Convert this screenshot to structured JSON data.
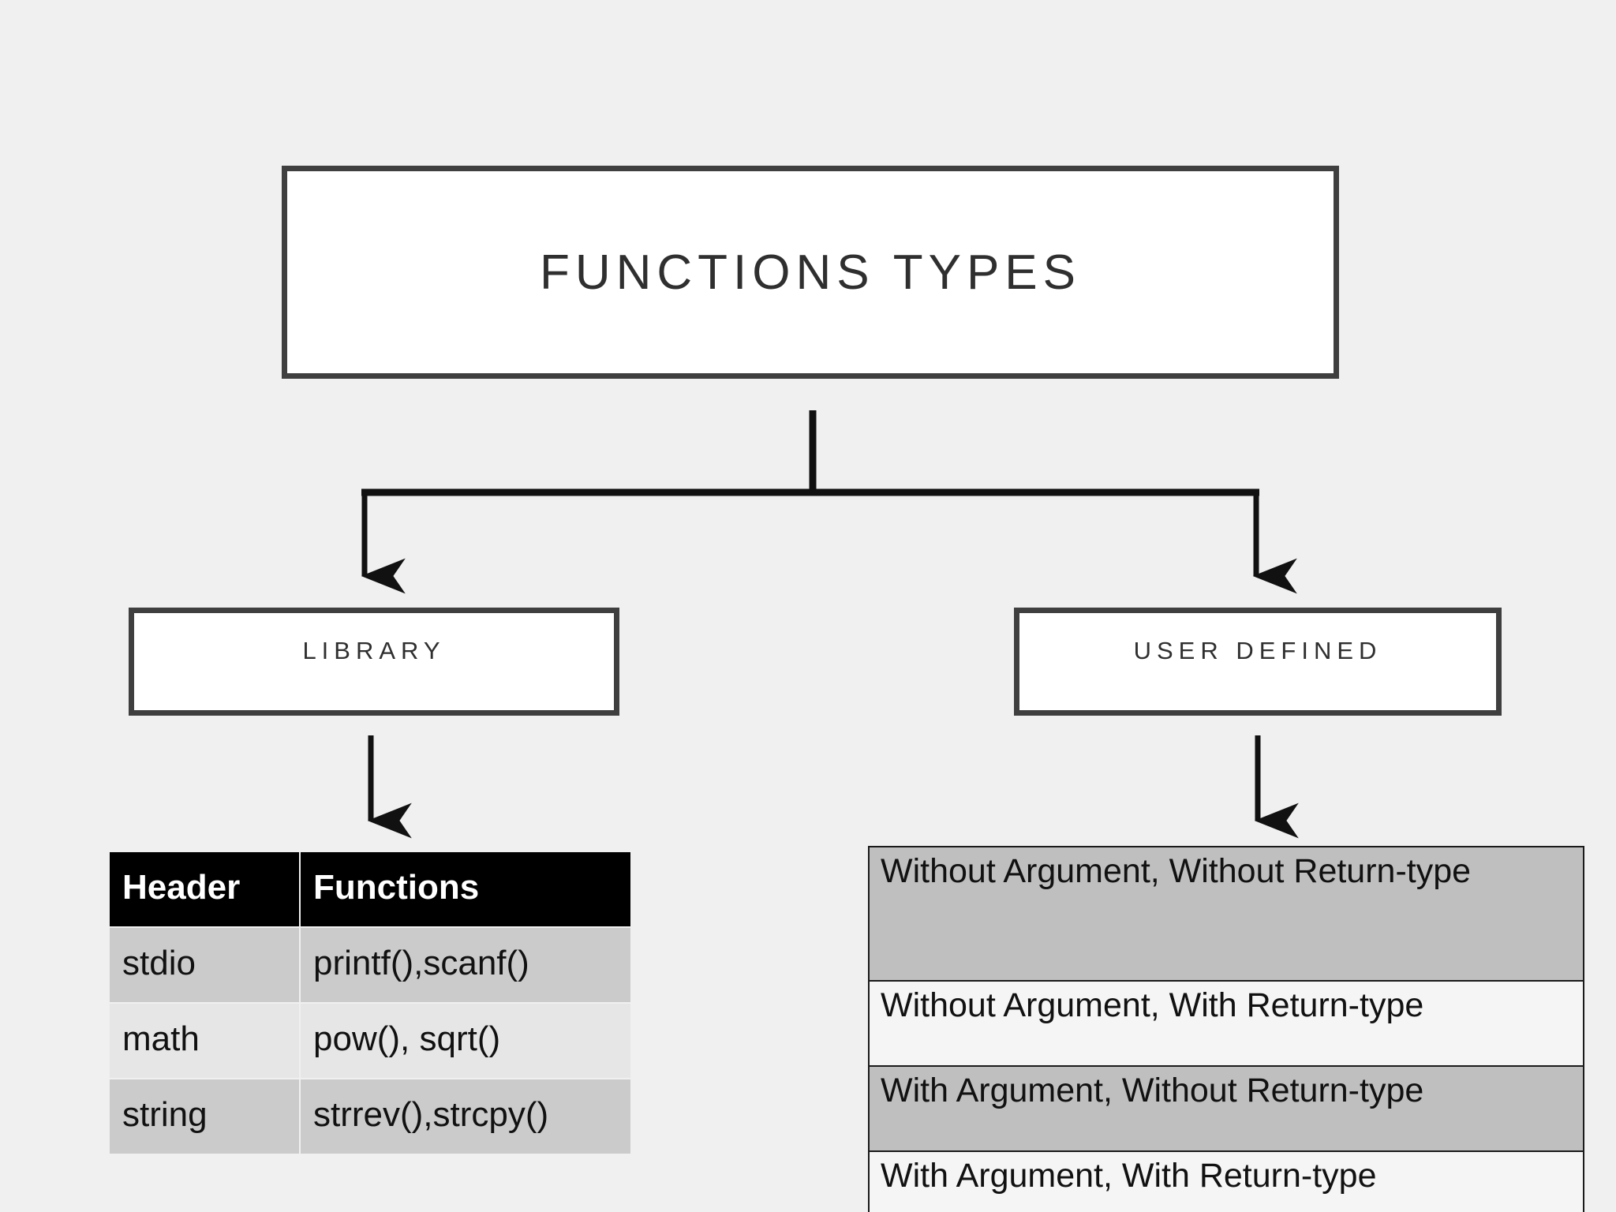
{
  "diagram": {
    "title": "FUNCTIONS TYPES",
    "root_label": "FUNCTIONS TYPES",
    "branches": {
      "left_label": "LIBRARY",
      "right_label": "USER DEFINED"
    },
    "colors": {
      "background": "#f0f0f0",
      "box_border": "#3f3f3f",
      "box_fill": "#ffffff",
      "connector": "#111111",
      "header_fill": "#000000",
      "header_text": "#ffffff",
      "row_shade_dark": "#cbcbcb",
      "row_shade_light": "#e6e6e6",
      "udf_shade_dark": "#bfbfbf",
      "udf_shade_light": "#f5f5f5"
    }
  },
  "library_table": {
    "columns": [
      "Header",
      "Functions"
    ],
    "rows": [
      {
        "header": "stdio",
        "functions": "printf(),scanf()"
      },
      {
        "header": "math",
        "functions": "pow(), sqrt()"
      },
      {
        "header": "string",
        "functions": "strrev(),strcpy()"
      }
    ]
  },
  "user_defined_table": {
    "rows": [
      "Without Argument, Without Return-type",
      "Without Argument, With Return-type",
      "With Argument, Without Return-type",
      "With Argument, With Return-type"
    ]
  }
}
